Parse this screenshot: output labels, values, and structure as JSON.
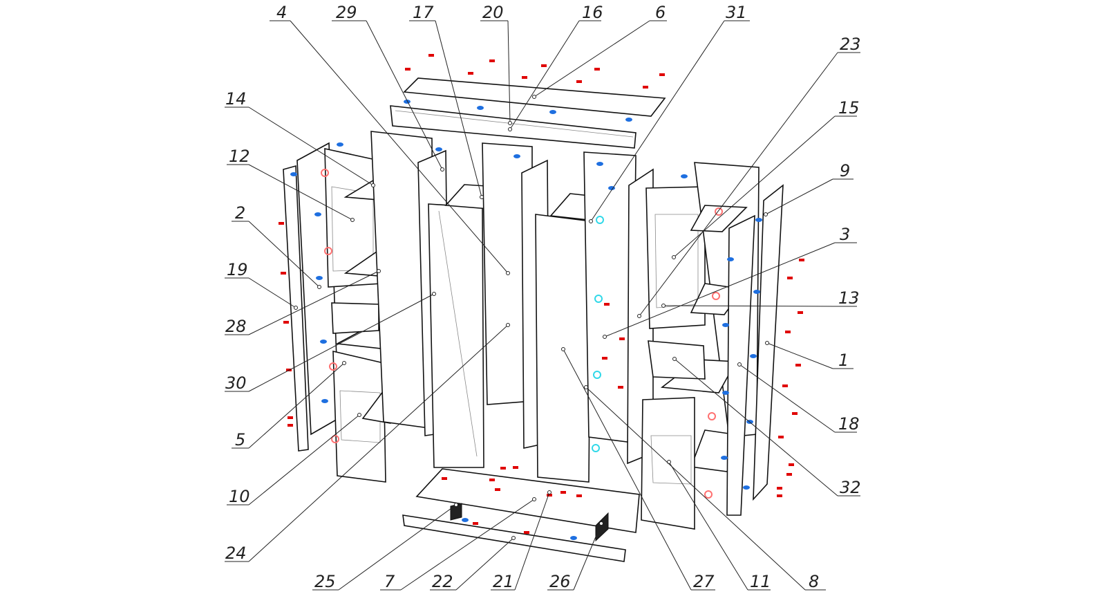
{
  "diagram": {
    "title": "Wardrobe exploded assembly view",
    "colors": {
      "screw": "#e00000",
      "cam": "#1e6fe0",
      "hinge": "#ff7070",
      "cyan": "#30d8e8"
    },
    "part_labels": {
      "p4": "4",
      "p29": "29",
      "p17": "17",
      "p20": "20",
      "p16": "16",
      "p6": "6",
      "p31": "31",
      "p23": "23",
      "p15": "15",
      "p9": "9",
      "p3": "3",
      "p13": "13",
      "p1": "1",
      "p18": "18",
      "p32": "32",
      "p14": "14",
      "p12": "12",
      "p2": "2",
      "p19": "19",
      "p28": "28",
      "p30": "30",
      "p5": "5",
      "p10": "10",
      "p24": "24",
      "p25": "25",
      "p7": "7",
      "p22": "22",
      "p21": "21",
      "p26": "26",
      "p27": "27",
      "p11": "11",
      "p8": "8"
    }
  }
}
